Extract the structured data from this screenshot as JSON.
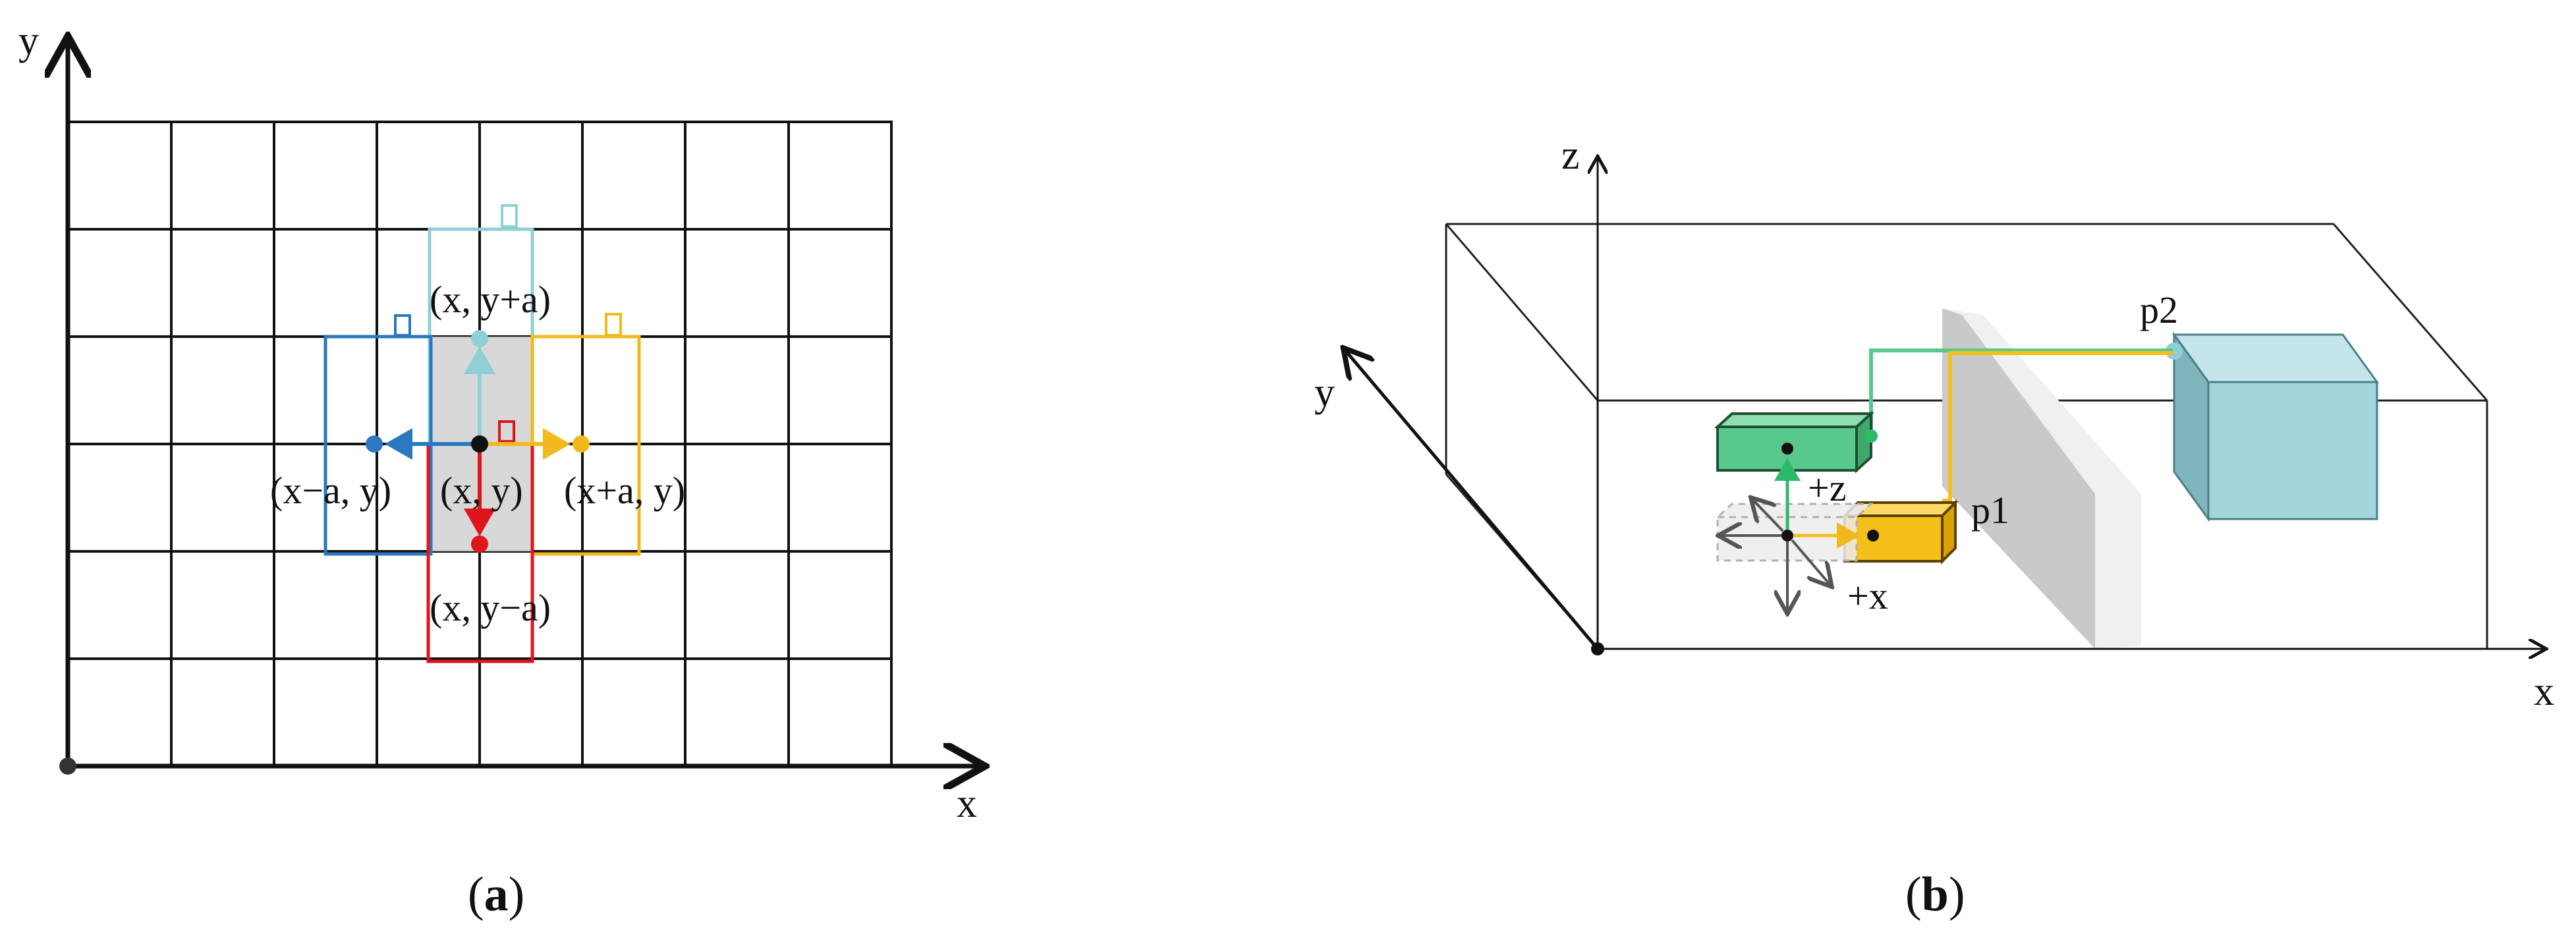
{
  "panel_a": {
    "axis_x": "x",
    "axis_y": "y",
    "label_center": "(x, y)",
    "label_up": "(x, y+a)",
    "label_left": "(x−a, y)",
    "label_right": "(x+a, y)",
    "label_down": "(x, y−a)",
    "caption_open": "(",
    "caption_letter": "a",
    "caption_close": ")",
    "colors": {
      "up": "#8fcfd6",
      "left": "#2a78c0",
      "right": "#f2b81c",
      "down": "#e0151c",
      "center_fill": "#d4d4d4",
      "grid": "#111111"
    }
  },
  "panel_b": {
    "axis_x": "x",
    "axis_y": "y",
    "axis_z": "z",
    "label_p1": "p1",
    "label_p2": "p2",
    "label_plus_z": "+z",
    "label_plus_x": "+x",
    "caption_open": "(",
    "caption_letter": "b",
    "caption_close": ")",
    "colors": {
      "green_block": "#58c98a",
      "yellow_block": "#f5bf1a",
      "target_cube": "#a3d5da",
      "wall": "#c9c9c9",
      "ghost_block": "#ececec"
    }
  }
}
